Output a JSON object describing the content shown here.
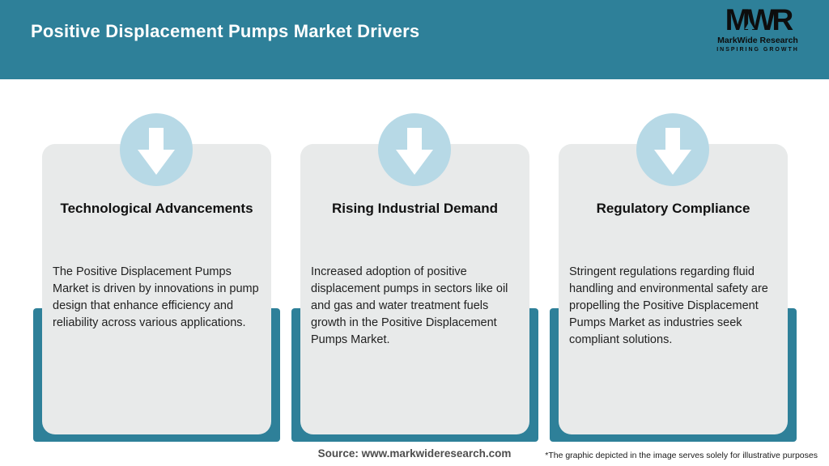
{
  "theme": {
    "header_teal": "#2E8099",
    "circle_blue": "#B7D9E6",
    "card_gray": "#E8EAEA"
  },
  "header": {
    "title": "Positive Displacement Pumps Market Drivers"
  },
  "logo": {
    "monogram": "MWR",
    "name": "MarkWide Research",
    "tagline": "INSPIRING GROWTH"
  },
  "cards": [
    {
      "icon": "arrow-down-icon",
      "title": "Technological Advancements",
      "body": "The Positive Displacement Pumps Market is driven by innovations in pump design that enhance efficiency and reliability across various applications."
    },
    {
      "icon": "arrow-down-icon",
      "title": "Rising Industrial Demand",
      "body": "Increased adoption of positive displacement pumps in sectors like oil and gas and water treatment fuels growth in the Positive Displacement Pumps Market."
    },
    {
      "icon": "arrow-down-icon",
      "title": "Regulatory Compliance",
      "body": "Stringent regulations regarding fluid handling and environmental safety are propelling the Positive Displacement Pumps Market as industries seek compliant solutions."
    }
  ],
  "footer": {
    "source": "Source: www.markwideresearch.com",
    "disclaimer": "*The graphic depicted in the image serves solely for illustrative purposes"
  }
}
